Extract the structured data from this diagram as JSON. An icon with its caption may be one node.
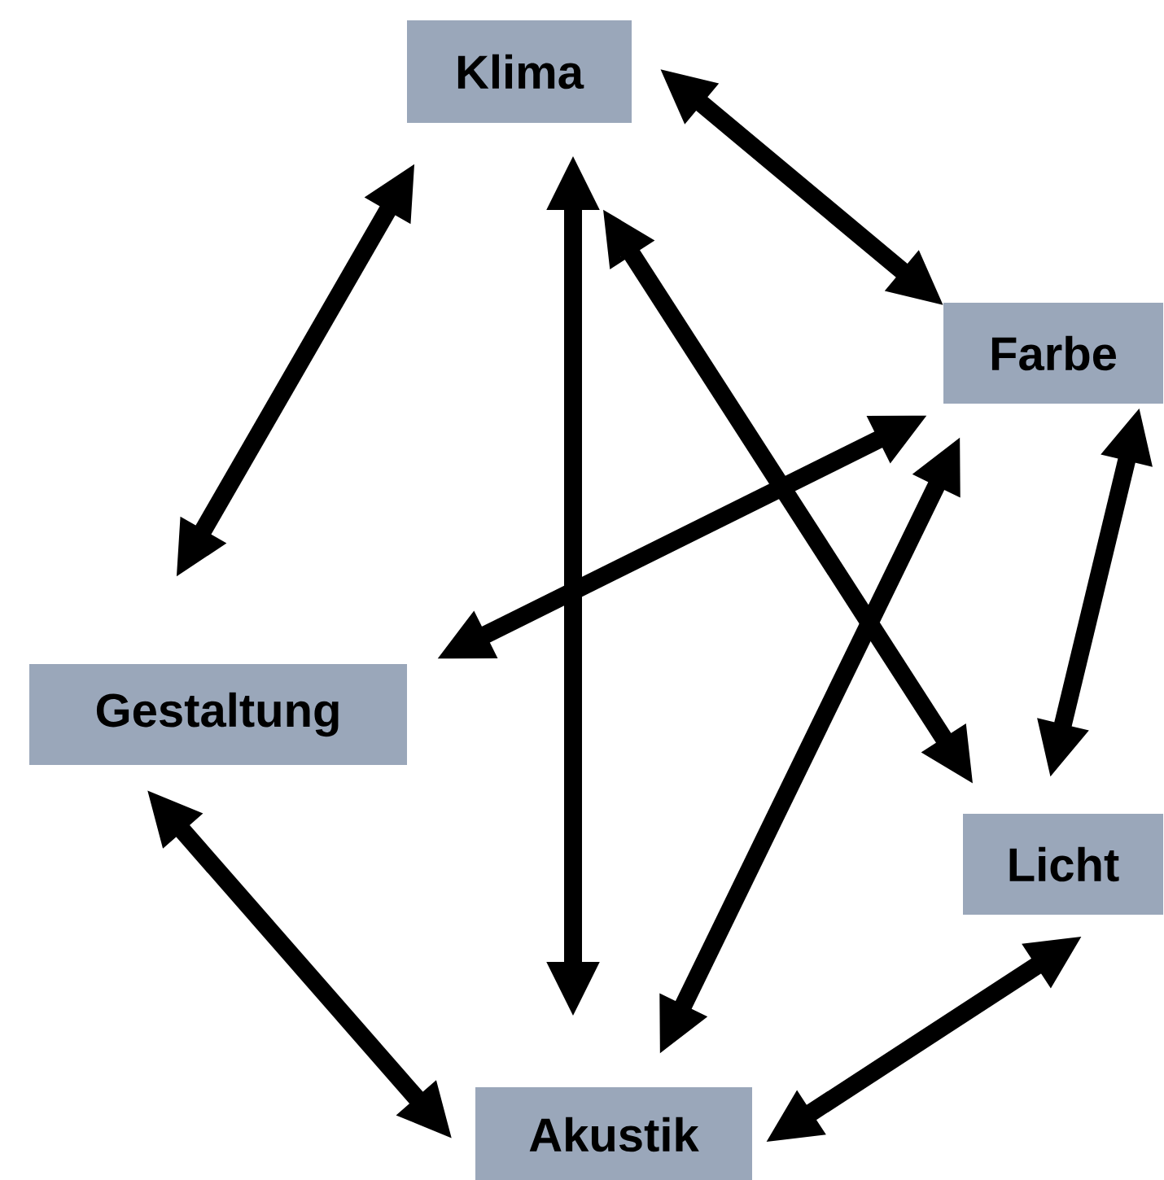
{
  "diagram": {
    "nodes": [
      {
        "text": [
          "Klima"
        ]
      },
      {
        "text": [
          "Farbe"
        ]
      },
      {
        "text": [
          "Gestaltung"
        ]
      },
      {
        "text": [
          "Licht"
        ]
      },
      {
        "text": [
          "Akustik"
        ]
      }
    ],
    "edges": [
      {
        "from": 0,
        "to": 1,
        "arrow": "both"
      },
      {
        "from": 0,
        "to": 2,
        "arrow": "both"
      },
      {
        "from": 0,
        "to": 4,
        "arrow": "both"
      },
      {
        "from": 0,
        "to": 3,
        "arrow": "both"
      },
      {
        "from": 1,
        "to": 2,
        "arrow": "both"
      },
      {
        "from": 1,
        "to": 4,
        "arrow": "both"
      },
      {
        "from": 1,
        "to": 3,
        "arrow": "both"
      },
      {
        "from": 2,
        "to": 4,
        "arrow": "both"
      },
      {
        "from": 4,
        "to": 3,
        "arrow": "both"
      }
    ]
  }
}
